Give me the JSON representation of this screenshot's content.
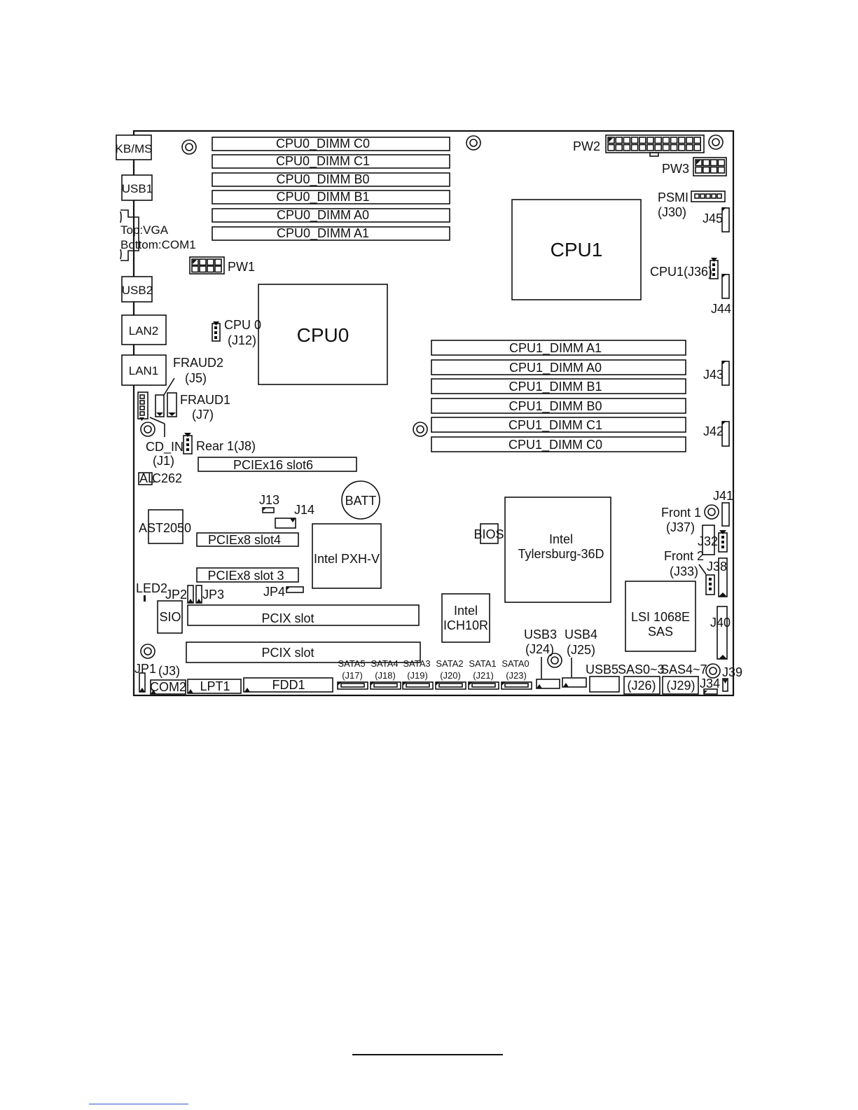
{
  "diagram": {
    "rear_io": {
      "kbms": "KB/MS",
      "usb1": "USB1",
      "vga_top": "Top:VGA",
      "vga_bottom": "Bottom:COM1",
      "usb2": "USB2",
      "lan2": "LAN2",
      "lan1": "LAN1"
    },
    "dimms_cpu0": [
      "CPU0_DIMM C0",
      "CPU0_DIMM C1",
      "CPU0_DIMM B0",
      "CPU0_DIMM B1",
      "CPU0_DIMM A0",
      "CPU0_DIMM A1"
    ],
    "dimms_cpu1": [
      "CPU1_DIMM A1",
      "CPU1_DIMM A0",
      "CPU1_DIMM B1",
      "CPU1_DIMM B0",
      "CPU1_DIMM C1",
      "CPU1_DIMM C0"
    ],
    "power": {
      "pw1": "PW1",
      "pw2": "PW2",
      "pw3": "PW3"
    },
    "psmi": {
      "name": "PSMI",
      "ref": "(J30)"
    },
    "cpu0": "CPU0",
    "cpu1": "CPU1",
    "fans": {
      "cpu0_name": "CPU 0",
      "cpu0_ref": "(J12)",
      "cpu1": "CPU1(J36)",
      "rear1": "Rear 1(J8)",
      "front1_name": "Front 1",
      "front1_ref": "(J37)",
      "front2_name": "Front 2",
      "front2_ref": "(J33)"
    },
    "fraud2": {
      "name": "FRAUD2",
      "ref": "(J5)"
    },
    "fraud1": {
      "name": "FRAUD1",
      "ref": "(J7)"
    },
    "cd_in": {
      "name": "CD_IN",
      "ref": "(J1)"
    },
    "alc262": {
      "a": "AL",
      "b": "C262"
    },
    "ast2050": "AST2050",
    "batt": "BATT",
    "slots": {
      "pcie16": "PCIEx16 slot6",
      "pcie8_4": "PCIEx8 slot4",
      "pcie8_3": "PCIEx8 slot 3",
      "pcix_1": "PCIX slot",
      "pcix_2": "PCIX slot"
    },
    "jumpers": {
      "j13": "J13",
      "j14": "J14",
      "jp4": "JP4",
      "jp2": "JP2",
      "jp3": "JP3",
      "jp1": "JP1",
      "led2": "LED2",
      "sio": "SIO"
    },
    "chips": {
      "pxh": "Intel PXH-V",
      "ich_1": "Intel",
      "ich_2": "ICH10R",
      "bios": "BIOS",
      "tylers_1": "Intel",
      "tylers_2": "Tylersburg-36D",
      "lsi_1": "LSI 1068E",
      "lsi_2": "SAS"
    },
    "right_headers": {
      "j45": "J45",
      "j44": "J44",
      "j43": "J43",
      "j42": "J42",
      "j41": "J41",
      "j32": "J32",
      "j38": "J38",
      "j40": "J40",
      "j39": "J39",
      "j34": "J34"
    },
    "bottom": {
      "j3": "(J3)",
      "com2": "COM2",
      "lpt1": "LPT1",
      "fdd1": "FDD1",
      "sata": [
        {
          "name": "SATA5",
          "ref": "(J17)"
        },
        {
          "name": "SATA4",
          "ref": "(J18)"
        },
        {
          "name": "SATA3",
          "ref": "(J19)"
        },
        {
          "name": "SATA2",
          "ref": "(J20)"
        },
        {
          "name": "SATA1",
          "ref": "(J21)"
        },
        {
          "name": "SATA0",
          "ref": "(J23)"
        }
      ],
      "usb3": {
        "name": "USB3",
        "ref": "(J24)"
      },
      "usb4": {
        "name": "USB4",
        "ref": "(J25)"
      },
      "usb5": "USB5",
      "sas03": {
        "name": "SAS0~3",
        "ref": "(J26)"
      },
      "sas47": {
        "name": "SAS4~7",
        "ref": "(J29)"
      }
    }
  }
}
